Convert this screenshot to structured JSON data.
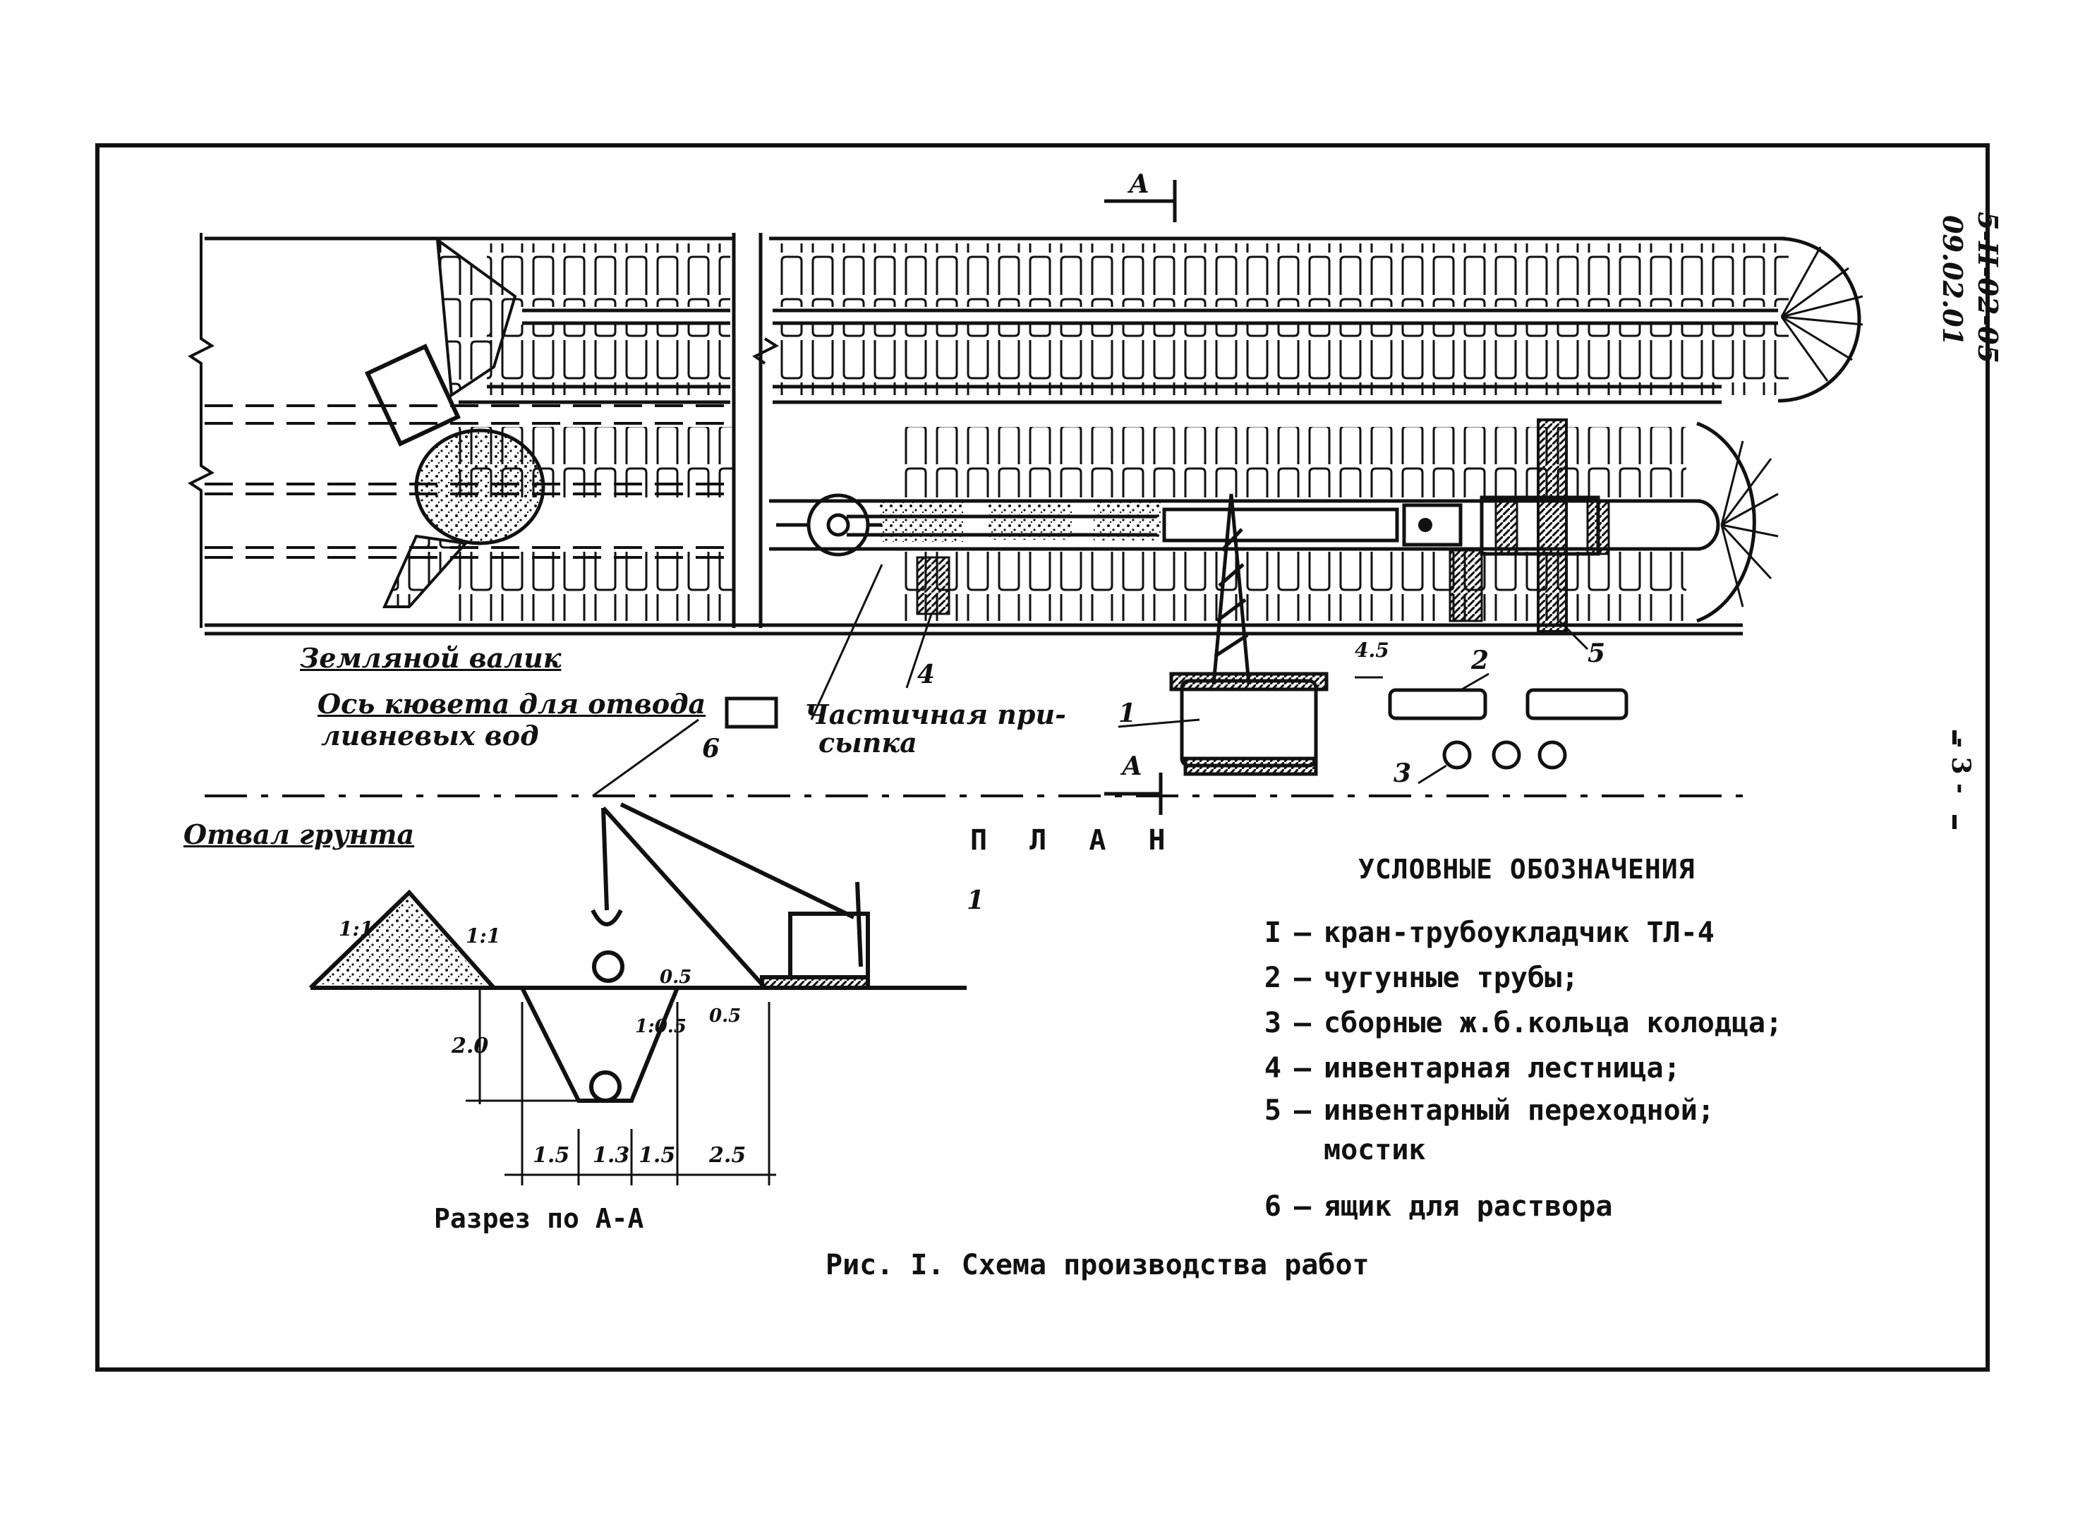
{
  "plan_title": "П Л А Н",
  "section_label": "Разрез по А-А",
  "section_marker": "А",
  "doc_code": "5-II-02-05",
  "doc_code_2": "09.02.01",
  "page_number": "- 3 -",
  "labels": {
    "earth_berm": "Земляной валик",
    "ditch_axis_1": "Ось кювета для отвода",
    "ditch_axis_2": "ливневых вод",
    "partial_backfill_1": "Частичная при-",
    "partial_backfill_2": "сыпка",
    "soil_dump": "Отвал грунта",
    "dim_45": "4.5",
    "callout_1": "1",
    "callout_2": "2",
    "callout_3": "3",
    "callout_4": "4",
    "callout_5": "5",
    "callout_6": "6"
  },
  "section_dims": {
    "d1": "1.5",
    "d2": "1.3",
    "d3": "1.5",
    "d4": "2.5",
    "depth": "2.0",
    "slope_left": "1:1",
    "slope_right": "1:1",
    "slope_trench": "1:0.5",
    "berm_h": "0.5",
    "offset": "0.5"
  },
  "legend": {
    "title": "УСЛОВНЫЕ ОБОЗНАЧЕНИЯ",
    "items": [
      {
        "num": "I",
        "text": "кран-трубоукладчик ТЛ-4"
      },
      {
        "num": "2",
        "text": "чугунные трубы;"
      },
      {
        "num": "3",
        "text": "сборные ж.б.кольца колодца;"
      },
      {
        "num": "4",
        "text": "инвентарная лестница;"
      },
      {
        "num": "5",
        "text": "инвентарный переходной;\nмостик"
      },
      {
        "num": "6",
        "text": "ящик для раствора"
      }
    ]
  },
  "caption": "Рис. I. Схема производства работ"
}
